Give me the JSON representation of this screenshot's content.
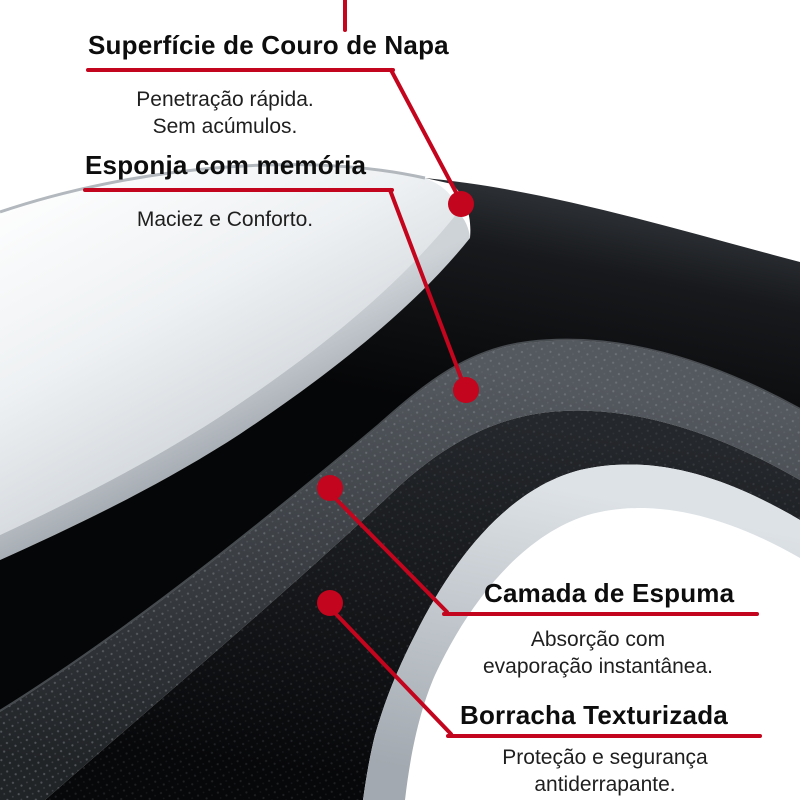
{
  "colors": {
    "accent_red": "#c3051d",
    "heading_text": "#0d0d0d",
    "body_text": "#1f1f1f",
    "leather_surface": "#e9edf0",
    "sponge_layer": "#15171a",
    "foam_layer": "#3c4045",
    "rubber_layer": "#0a0b0c",
    "underside_edge": "#b8bfc6"
  },
  "callouts": [
    {
      "id": "napa-surface",
      "title": "Superfície de Couro de Napa",
      "description_lines": [
        "Penetração rápida.",
        "Sem acúmulos."
      ]
    },
    {
      "id": "memory-sponge",
      "title": "Esponja com memória",
      "description_lines": [
        "Maciez e Conforto."
      ]
    },
    {
      "id": "foam-layer",
      "title": "Camada de Espuma",
      "description_lines": [
        "Absorção com",
        "evaporação instantânea."
      ]
    },
    {
      "id": "textured-rubber",
      "title": "Borracha Texturizada",
      "description_lines": [
        "Proteção e segurança",
        "antiderrapante."
      ]
    }
  ],
  "diagram_layers": [
    {
      "name": "napa-leather-surface-layer"
    },
    {
      "name": "memory-sponge-layer"
    },
    {
      "name": "foam-layer"
    },
    {
      "name": "textured-rubber-layer"
    },
    {
      "name": "mat-underside-edge"
    }
  ]
}
